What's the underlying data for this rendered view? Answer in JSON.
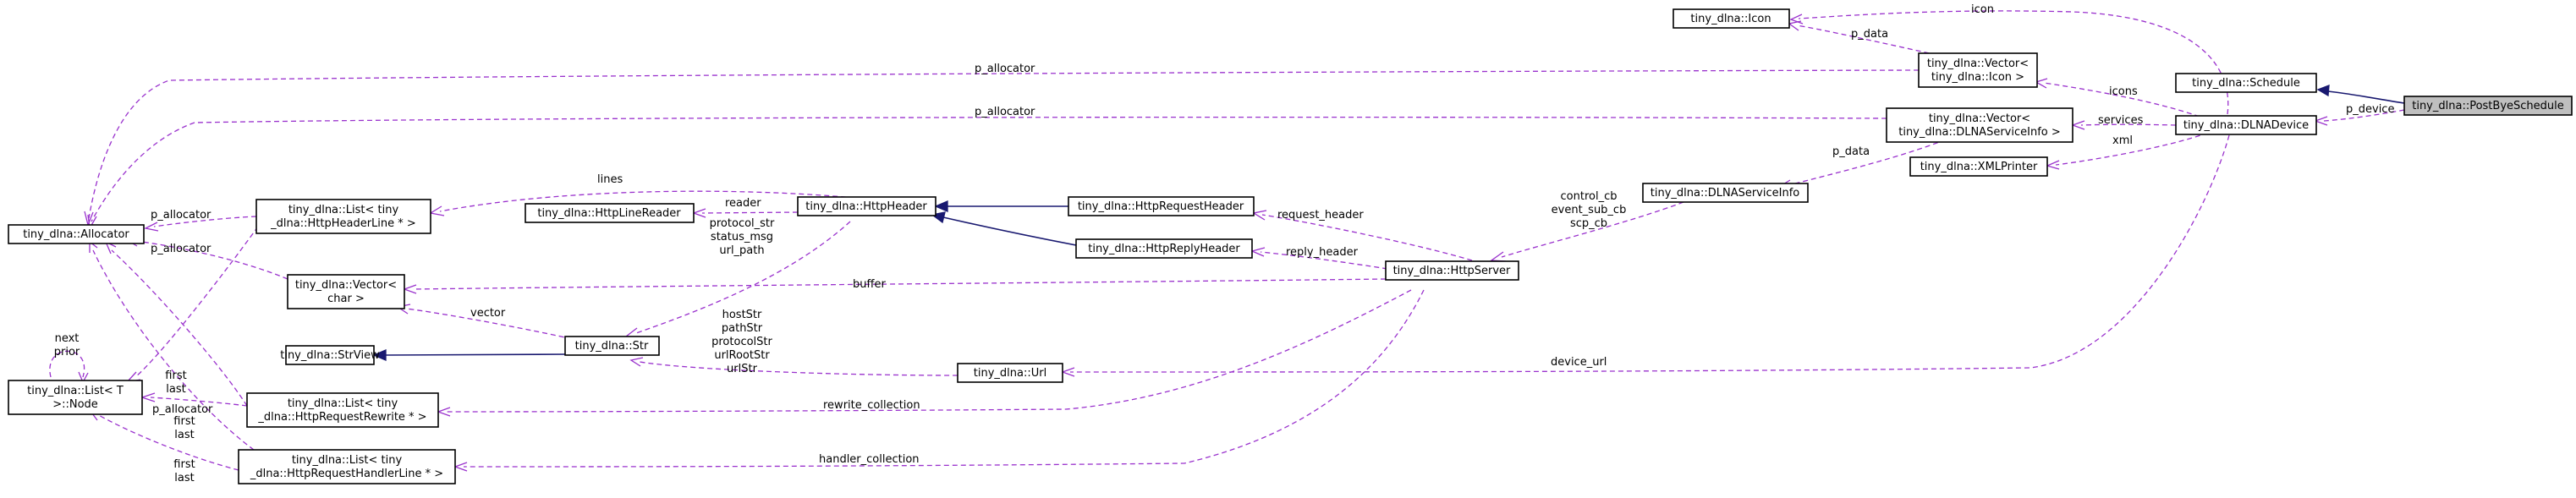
{
  "nodes": {
    "postbye": "tiny_dlna::PostByeSchedule",
    "schedule": "tiny_dlna::Schedule",
    "dlnadevice": "tiny_dlna::DLNADevice",
    "icon": "tiny_dlna::Icon",
    "vector_icon": [
      "tiny_dlna::Vector<",
      "tiny_dlna::Icon >"
    ],
    "vector_service": [
      "tiny_dlna::Vector<",
      "tiny_dlna::DLNAServiceInfo >"
    ],
    "xmlprinter": "tiny_dlna::XMLPrinter",
    "serviceinfo": "tiny_dlna::DLNAServiceInfo",
    "httpserver": "tiny_dlna::HttpServer",
    "requestheader": "tiny_dlna::HttpRequestHeader",
    "replyheader": "tiny_dlna::HttpReplyHeader",
    "httpheader": "tiny_dlna::HttpHeader",
    "linereader": "tiny_dlna::HttpLineReader",
    "allocator": "tiny_dlna::Allocator",
    "list_headerline": [
      "tiny_dlna::List< tiny",
      "_dlna::HttpHeaderLine * >"
    ],
    "vector_char": [
      "tiny_dlna::Vector<",
      "char >"
    ],
    "strview": "tiny_dlna::StrView",
    "str": "tiny_dlna::Str",
    "url": "tiny_dlna::Url",
    "list_node": [
      "tiny_dlna::List< T",
      ">::Node"
    ],
    "list_rewrite": [
      "tiny_dlna::List< tiny",
      "_dlna::HttpRequestRewrite * >"
    ],
    "list_handler": [
      "tiny_dlna::List< tiny",
      "_dlna::HttpRequestHandlerLine * >"
    ]
  },
  "labels": {
    "p_device": "p_device",
    "icon": "icon",
    "icons": "icons",
    "services": "services",
    "xml": "xml",
    "p_data_icon": "p_data",
    "p_data_service": "p_data",
    "p_allocator_icon": "p_allocator",
    "p_allocator_service": "p_allocator",
    "server_cbs": [
      "control_cb",
      "event_sub_cb",
      "scp_cb"
    ],
    "request_header": "request_header",
    "reply_header": "reply_header",
    "lines": "lines",
    "reader": "reader",
    "header_strs": [
      "protocol_str",
      "status_msg",
      "url_path"
    ],
    "buffer": "buffer",
    "vector": "vector",
    "url_strs": [
      "hostStr",
      "pathStr",
      "protocolStr",
      "urlRootStr",
      "urlStr"
    ],
    "device_url": "device_url",
    "rewrite_collection": "rewrite_collection",
    "handler_collection": "handler_collection",
    "p_allocator_headerline": "p_allocator",
    "p_allocator_char": "p_allocator",
    "p_allocator_rewrite": "p_allocator",
    "first_last_headerline": [
      "first",
      "last"
    ],
    "first_last_rewrite": [
      "first",
      "last"
    ],
    "first_last_handler": [
      "first",
      "last"
    ],
    "next_prior": [
      "next",
      "prior"
    ]
  },
  "colors": {
    "usage_edge": "#9a32cd",
    "inheritance_edge": "#191970",
    "focus_fill": "#bfbfbf"
  }
}
